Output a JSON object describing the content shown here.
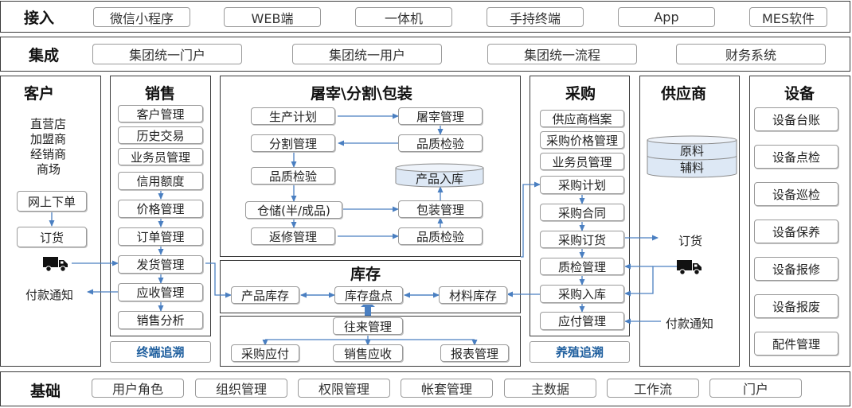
{
  "access": {
    "label": "接入",
    "items": [
      "微信小程序",
      "WEB端",
      "一体机",
      "手持终端",
      "App",
      "MES软件"
    ]
  },
  "integration": {
    "label": "集成",
    "items": [
      "集团统一门户",
      "集团统一用户",
      "集团统一流程",
      "财务系统"
    ]
  },
  "customer": {
    "title": "客户",
    "types": [
      "直营店",
      "加盟商",
      "经销商",
      "商场"
    ],
    "online_order": "网上下单",
    "order": "订货",
    "payment_notice": "付款通知"
  },
  "sales": {
    "title": "销售",
    "items": [
      "客户管理",
      "历史交易",
      "业务员管理",
      "信用额度",
      "价格管理",
      "订单管理",
      "发货管理",
      "应收管理",
      "销售分析"
    ],
    "trace": "终端追溯"
  },
  "processing": {
    "title": "屠宰\\分割\\包装",
    "production_plan": "生产计划",
    "slaughter_mgmt": "屠宰管理",
    "cutting_mgmt": "分割管理",
    "quality_check_right_1": "品质检验",
    "quality_check_left": "品质检验",
    "product_warehousing": "产品入库",
    "storage": "仓储(半/成品)",
    "packaging_mgmt": "包装管理",
    "rework_mgmt": "返修管理",
    "quality_check_right_2": "品质检验"
  },
  "inventory": {
    "title": "库存",
    "product_stock": "产品库存",
    "stocktaking": "库存盘点",
    "material_stock": "材料库存",
    "accounts_mgmt": "往来管理",
    "purchase_payable": "采购应付",
    "sales_receivable": "销售应收",
    "report_mgmt": "报表管理"
  },
  "purchasing": {
    "title": "采购",
    "items": [
      "供应商档案",
      "采购价格管理",
      "业务员管理",
      "采购计划",
      "采购合同",
      "采购订货",
      "质检管理",
      "采购入库",
      "应付管理"
    ],
    "trace": "养殖追溯"
  },
  "supplier": {
    "title": "供应商",
    "db_label_1": "原料",
    "db_label_2": "辅料",
    "order": "订货",
    "payment_notice": "付款通知"
  },
  "equipment": {
    "title": "设备",
    "items": [
      "设备台账",
      "设备点检",
      "设备巡检",
      "设备保养",
      "设备报修",
      "设备报废",
      "配件管理"
    ]
  },
  "foundation": {
    "label": "基础",
    "items": [
      "用户角色",
      "组织管理",
      "权限管理",
      "帐套管理",
      "主数据",
      "工作流",
      "门户"
    ]
  },
  "colors": {
    "arrow": "#4a7fc1",
    "trace_text": "#1f5f9e",
    "frame": "#3b3b3b",
    "db_fill": "#dde8f5"
  }
}
